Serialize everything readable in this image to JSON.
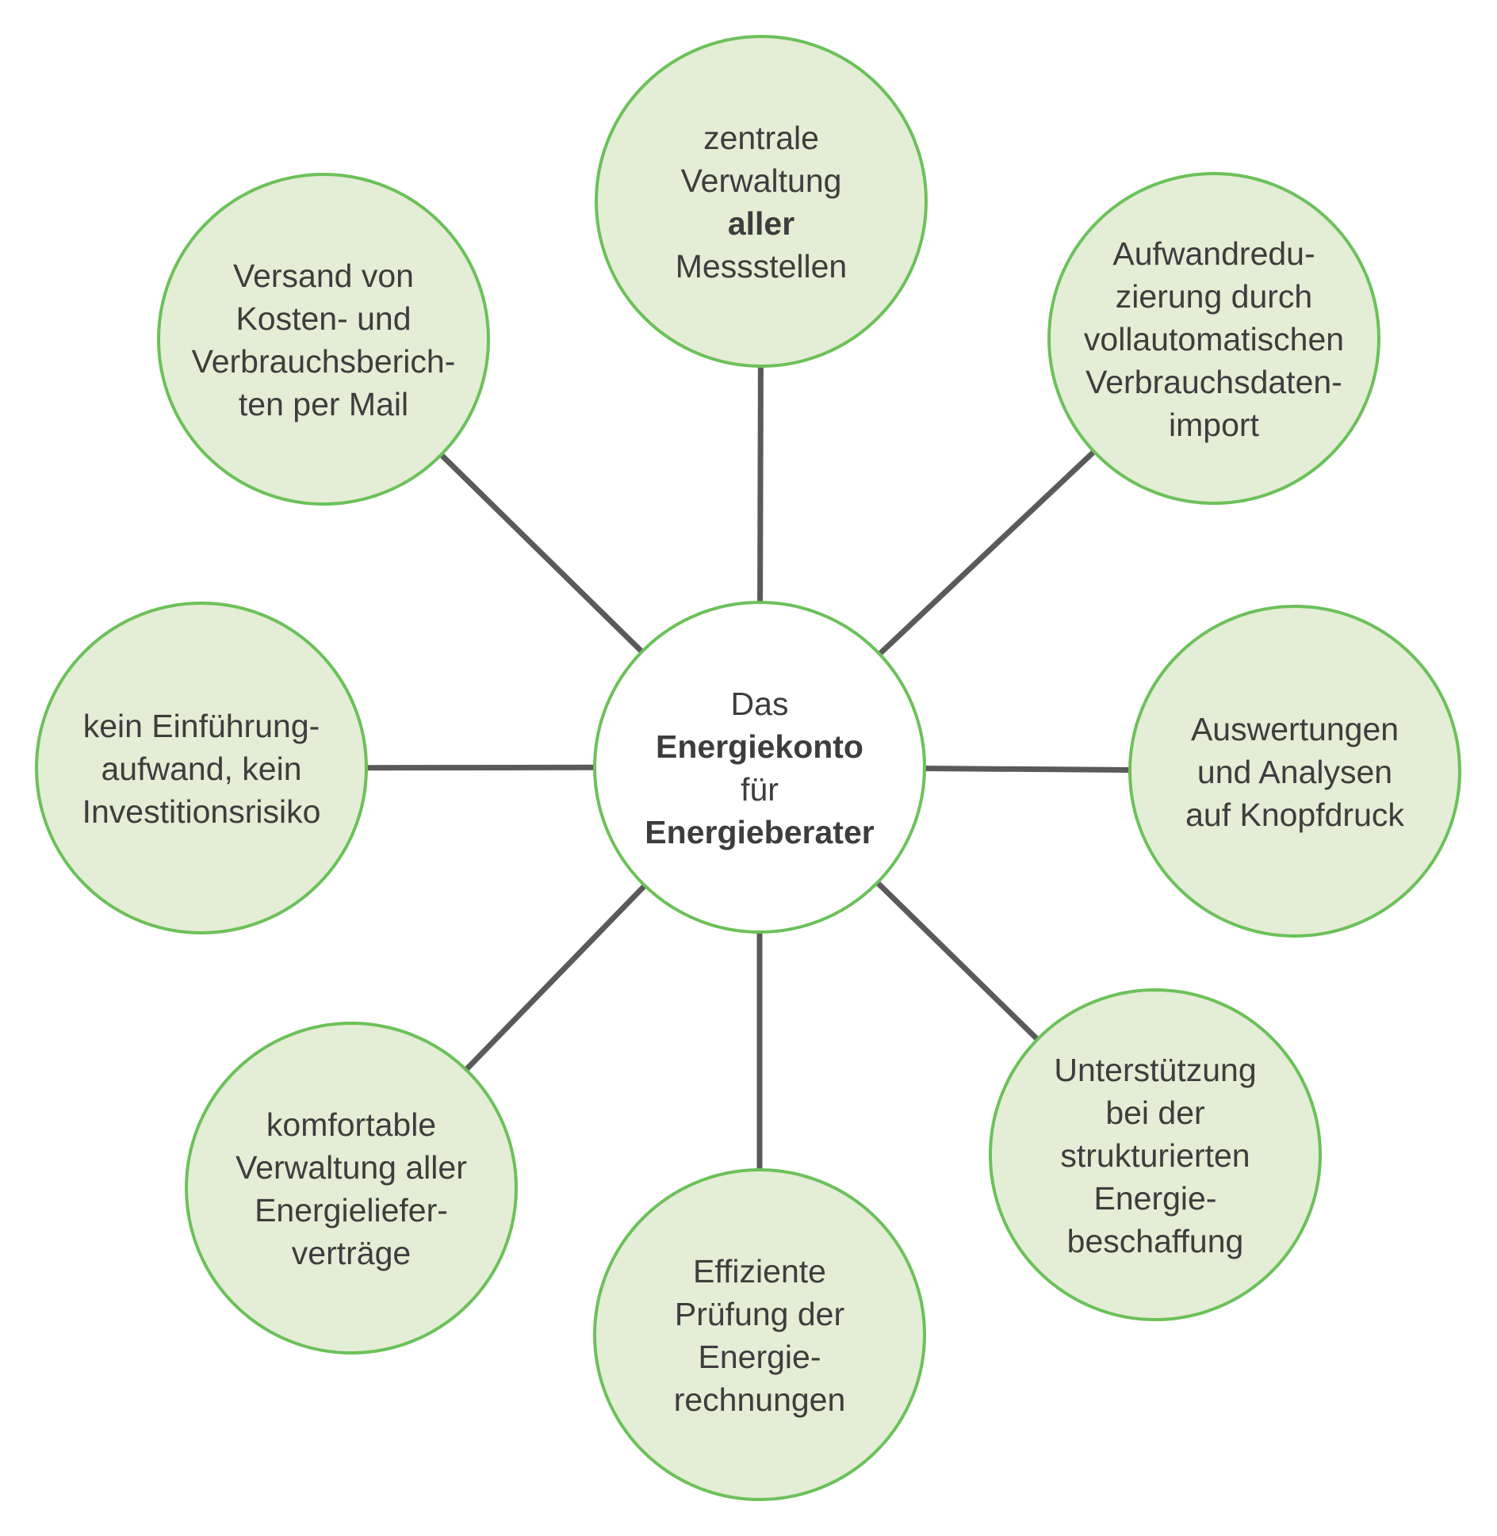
{
  "colors": {
    "node_fill": "#e4edd5",
    "center_fill": "#ffffff",
    "node_stroke": "#6cc15a",
    "connector": "#5a5a5a",
    "text": "#3d3d3d"
  },
  "center": {
    "lines": [
      {
        "text": "Das",
        "bold": false
      },
      {
        "text": "Energiekonto",
        "bold": true
      },
      {
        "text": "für",
        "bold": false
      },
      {
        "text": "Energieberater",
        "bold": true
      }
    ]
  },
  "nodes": [
    {
      "id": "top",
      "lines": [
        {
          "text": "zentrale",
          "bold": false
        },
        {
          "text": "Verwaltung",
          "bold": false
        },
        {
          "text": "aller",
          "bold": true
        },
        {
          "text": "Messstellen",
          "bold": false
        }
      ]
    },
    {
      "id": "top-right",
      "lines": [
        {
          "text": "Aufwandredu-",
          "bold": false
        },
        {
          "text": "zierung durch",
          "bold": false
        },
        {
          "text": "vollautomatischen",
          "bold": false
        },
        {
          "text": "Verbrauchsdaten-",
          "bold": false
        },
        {
          "text": "import",
          "bold": false
        }
      ]
    },
    {
      "id": "right",
      "lines": [
        {
          "text": "Auswertungen",
          "bold": false
        },
        {
          "text": "und Analysen",
          "bold": false
        },
        {
          "text": "auf Knopfdruck",
          "bold": false
        }
      ]
    },
    {
      "id": "bottom-right",
      "lines": [
        {
          "text": "Unterstützung",
          "bold": false
        },
        {
          "text": "bei der",
          "bold": false
        },
        {
          "text": "strukturierten",
          "bold": false
        },
        {
          "text": "Energie-",
          "bold": false
        },
        {
          "text": "beschaffung",
          "bold": false
        }
      ]
    },
    {
      "id": "bottom",
      "lines": [
        {
          "text": "Effiziente",
          "bold": false
        },
        {
          "text": "Prüfung der",
          "bold": false
        },
        {
          "text": "Energie-",
          "bold": false
        },
        {
          "text": "rechnungen",
          "bold": false
        }
      ]
    },
    {
      "id": "bottom-left",
      "lines": [
        {
          "text": "komfortable",
          "bold": false
        },
        {
          "text": "Verwaltung aller",
          "bold": false
        },
        {
          "text": "Energieliefer-",
          "bold": false
        },
        {
          "text": "verträge",
          "bold": false
        }
      ]
    },
    {
      "id": "left",
      "lines": [
        {
          "text": "kein Einführung-",
          "bold": false
        },
        {
          "text": "aufwand, kein",
          "bold": false
        },
        {
          "text": "Investitionsrisiko",
          "bold": false
        }
      ]
    },
    {
      "id": "top-left",
      "lines": [
        {
          "text": "Versand von",
          "bold": false
        },
        {
          "text": "Kosten- und",
          "bold": false
        },
        {
          "text": "Verbrauchsberich-",
          "bold": false
        },
        {
          "text": "ten per Mail",
          "bold": false
        }
      ]
    }
  ]
}
